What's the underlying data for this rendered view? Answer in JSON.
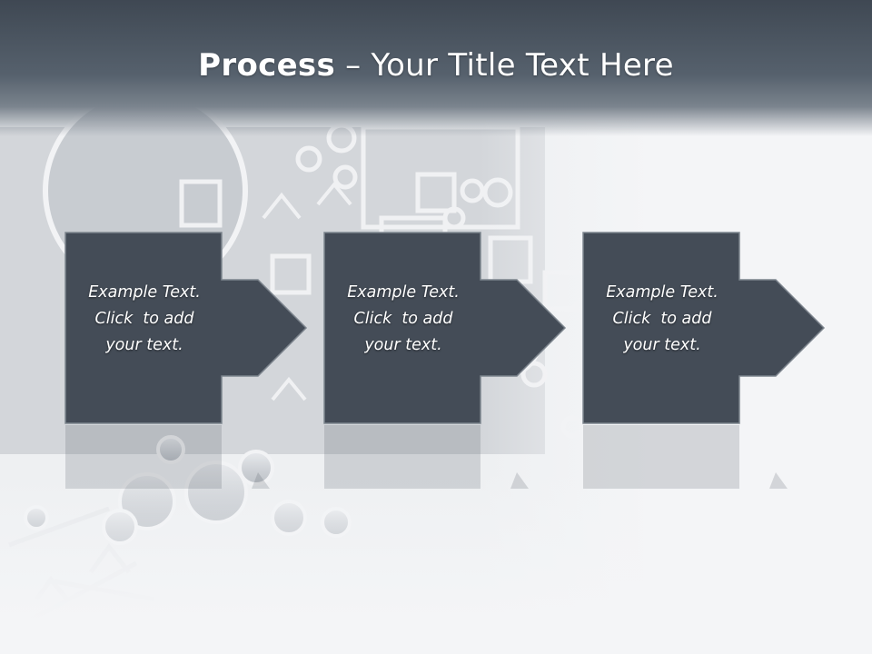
{
  "title": {
    "bold": "Process",
    "rest": " – Your Title Text Here"
  },
  "steps": [
    {
      "line1": "Example Text.",
      "line2": "Click  to add",
      "line3": "your text."
    },
    {
      "line1": "Example Text.",
      "line2": "Click  to add",
      "line3": "your text."
    },
    {
      "line1": "Example Text.",
      "line2": "Click  to add",
      "line3": "your text."
    }
  ],
  "colors": {
    "header": "#4a5460",
    "box": "#444c57",
    "box_border": "#7d858e",
    "text": "#ffffff"
  }
}
